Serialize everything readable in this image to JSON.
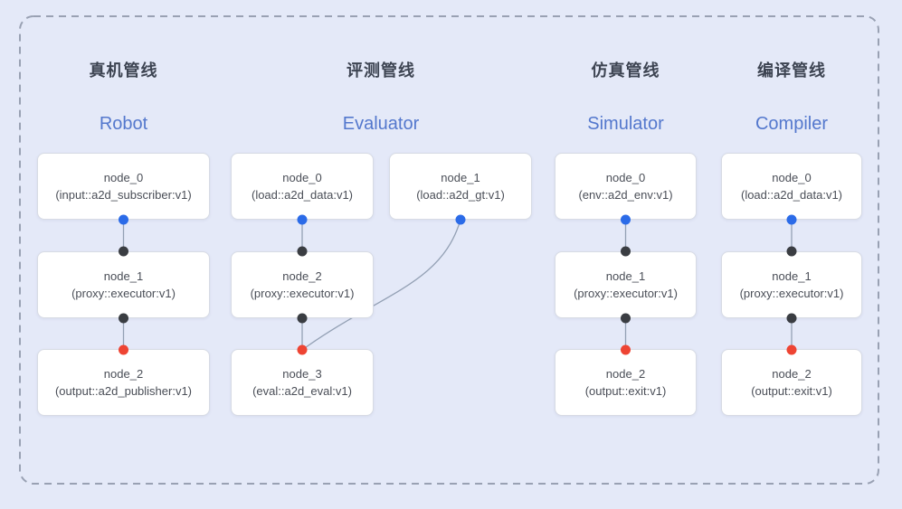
{
  "diagram": {
    "background_color": "#e4e9f8",
    "frame_border_color": "#99a1b3",
    "connector_color": "#93a0b4",
    "box_background": "#ffffff",
    "box_border_color": "#d7dbe4",
    "header_zh_color": "#3d4452",
    "header_en_color": "#5478cd",
    "node_text_color": "#4a4e57",
    "port_colors": {
      "output_blue": "#2b6be8",
      "input_dark": "#3a3d42",
      "eval_red": "#ee4433"
    }
  },
  "pipelines": [
    {
      "title_zh": "真机管线",
      "title_en": "Robot",
      "nodes": [
        {
          "title": "node_0",
          "subtitle": "(input::a2d_subscriber:v1)"
        },
        {
          "title": "node_1",
          "subtitle": "(proxy::executor:v1)"
        },
        {
          "title": "node_2",
          "subtitle": "(output::a2d_publisher:v1)"
        }
      ]
    },
    {
      "title_zh": "评测管线",
      "title_en": "Evaluator",
      "nodes": [
        {
          "title": "node_0",
          "subtitle": "(load::a2d_data:v1)"
        },
        {
          "title": "node_1",
          "subtitle": "(load::a2d_gt:v1)"
        },
        {
          "title": "node_2",
          "subtitle": "(proxy::executor:v1)"
        },
        {
          "title": "node_3",
          "subtitle": "(eval::a2d_eval:v1)"
        }
      ]
    },
    {
      "title_zh": "仿真管线",
      "title_en": "Simulator",
      "nodes": [
        {
          "title": "node_0",
          "subtitle": "(env::a2d_env:v1)"
        },
        {
          "title": "node_1",
          "subtitle": "(proxy::executor:v1)"
        },
        {
          "title": "node_2",
          "subtitle": "(output::exit:v1)"
        }
      ]
    },
    {
      "title_zh": "编译管线",
      "title_en": "Compiler",
      "nodes": [
        {
          "title": "node_0",
          "subtitle": "(load::a2d_data:v1)"
        },
        {
          "title": "node_1",
          "subtitle": "(proxy::executor:v1)"
        },
        {
          "title": "node_2",
          "subtitle": "(output::exit:v1)"
        }
      ]
    }
  ]
}
